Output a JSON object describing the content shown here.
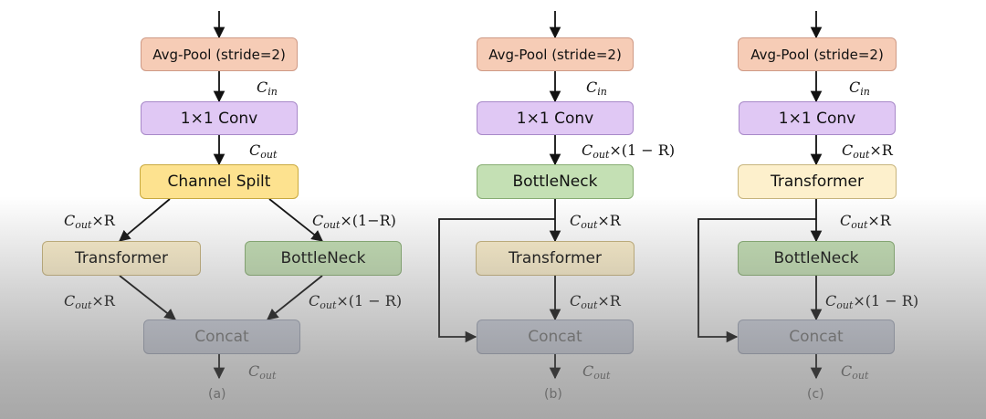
{
  "panels": [
    {
      "caption": "(a)",
      "pool": "Avg-Pool (stride=2)",
      "conv": "1×1 Conv",
      "split": "Channel Spilt",
      "transformer": "Transformer",
      "bottleneck": "BottleNeck",
      "concat": "Concat",
      "edges": {
        "pool_conv": {
          "base": "C",
          "sub": "in",
          "rest": ""
        },
        "conv_split": {
          "base": "C",
          "sub": "out",
          "rest": ""
        },
        "split_trans": {
          "base": "C",
          "sub": "out",
          "rest": "×R"
        },
        "split_bneck": {
          "base": "C",
          "sub": "out",
          "rest": "×(1−R)"
        },
        "trans_concat": {
          "base": "C",
          "sub": "out",
          "rest": "×R"
        },
        "bneck_concat": {
          "base": "C",
          "sub": "out",
          "rest": "×(1 − R)"
        },
        "out": {
          "base": "C",
          "sub": "out",
          "rest": ""
        }
      }
    },
    {
      "caption": "(b)",
      "pool": "Avg-Pool (stride=2)",
      "conv": "1×1 Conv",
      "block1": "BottleNeck",
      "block2": "Transformer",
      "concat": "Concat",
      "edges": {
        "pool_conv": {
          "base": "C",
          "sub": "in",
          "rest": ""
        },
        "conv_block1": {
          "base": "C",
          "sub": "out",
          "rest": "×(1 − R)"
        },
        "block1_block2": {
          "base": "C",
          "sub": "out",
          "rest": "×R"
        },
        "block2_concat": {
          "base": "C",
          "sub": "out",
          "rest": "×R"
        },
        "out": {
          "base": "C",
          "sub": "out",
          "rest": ""
        }
      }
    },
    {
      "caption": "(c)",
      "pool": "Avg-Pool (stride=2)",
      "conv": "1×1 Conv",
      "block1": "Transformer",
      "block2": "BottleNeck",
      "concat": "Concat",
      "edges": {
        "pool_conv": {
          "base": "C",
          "sub": "in",
          "rest": ""
        },
        "conv_block1": {
          "base": "C",
          "sub": "out",
          "rest": "×R"
        },
        "block1_block2": {
          "base": "C",
          "sub": "out",
          "rest": "×R"
        },
        "block2_concat": {
          "base": "C",
          "sub": "out",
          "rest": "×(1 − R)"
        },
        "out": {
          "base": "C",
          "sub": "out",
          "rest": ""
        }
      }
    }
  ],
  "colors": {
    "avg_pool": "#f6ccb6",
    "conv": "#e0c8f4",
    "channel_split": "#fde28f",
    "transformer": "#fdf0cc",
    "bottleneck": "#c4e0b4",
    "concat": "#d3d7e3",
    "arrow": "#111111"
  }
}
